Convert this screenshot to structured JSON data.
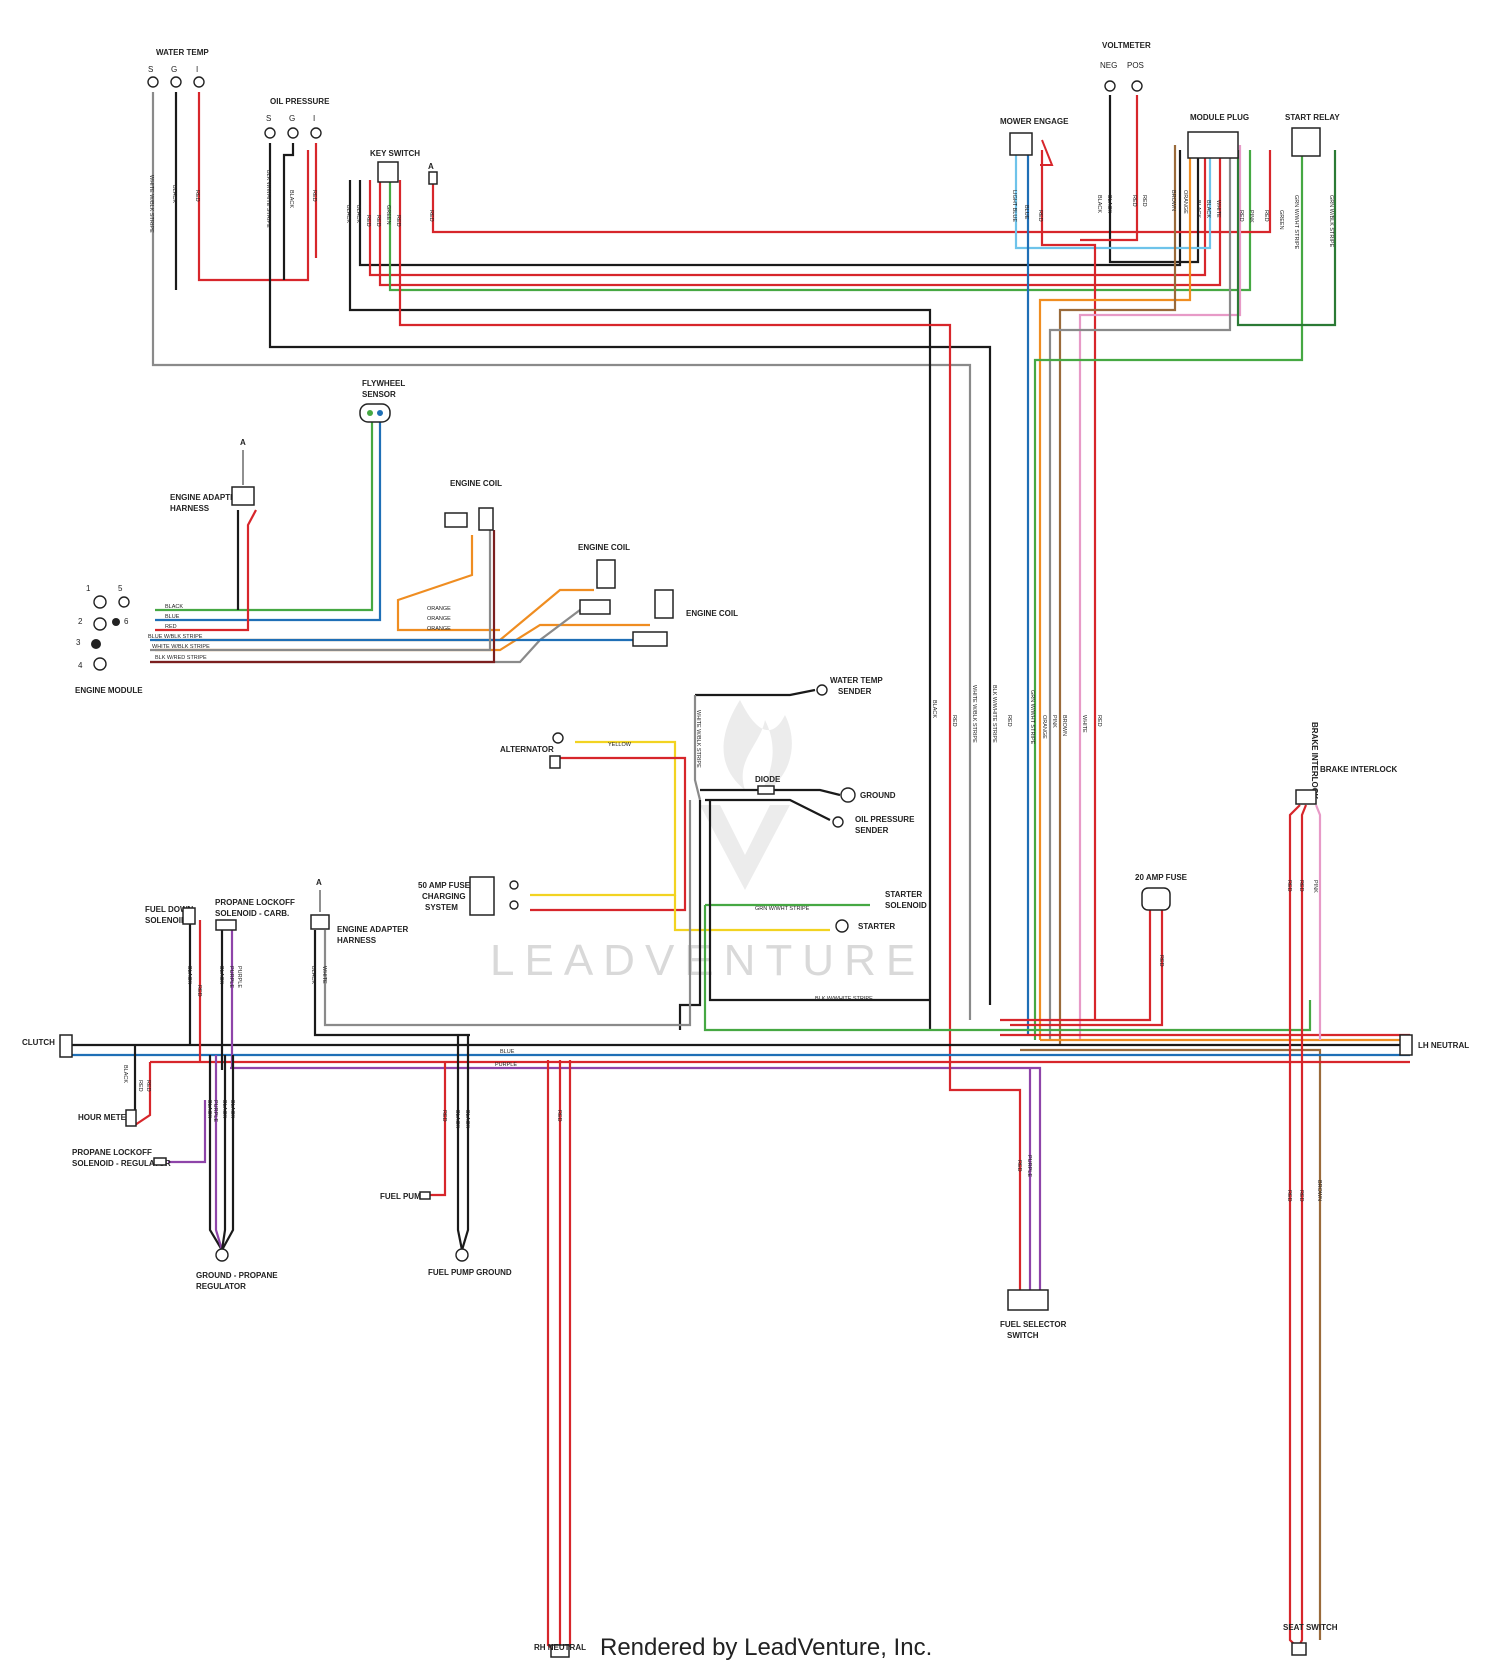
{
  "components": {
    "water_temp": "WATER TEMP",
    "oil_pressure": "OIL PRESSURE",
    "key_switch": "KEY SWITCH",
    "mower_engage": "MOWER ENGAGE",
    "voltmeter": "VOLTMETER",
    "module_plug": "MODULE PLUG",
    "start_relay": "START RELAY",
    "flywheel_sensor_1": "FLYWHEEL",
    "flywheel_sensor_2": "SENSOR",
    "engine_adapter_harness_1": "ENGINE ADAPTER",
    "engine_adapter_harness_2": "HARNESS",
    "engine_coil_a": "ENGINE COIL",
    "engine_coil_b": "ENGINE COIL",
    "engine_coil_c": "ENGINE COIL",
    "engine_module": "ENGINE MODULE",
    "water_temp_sender_1": "WATER TEMP",
    "water_temp_sender_2": "SENDER",
    "alternator": "ALTERNATOR",
    "diode": "DIODE",
    "ground": "GROUND",
    "oil_pressure_sender_1": "OIL PRESSURE",
    "oil_pressure_sender_2": "SENDER",
    "charging_system_1": "50 AMP FUSE",
    "charging_system_2": "CHARGING",
    "charging_system_3": "SYSTEM",
    "starter_solenoid_1": "STARTER",
    "starter_solenoid_2": "SOLENOID",
    "starter": "STARTER",
    "fuel_down_solenoid_1": "FUEL DOWN",
    "fuel_down_solenoid_2": "SOLENOID",
    "propane_lockoff_carb_1": "PROPANE LOCKOFF",
    "propane_lockoff_carb_2": "SOLENOID - CARB.",
    "engine_adapter_harness_b_1": "ENGINE ADAPTER",
    "engine_adapter_harness_b_2": "HARNESS",
    "clutch": "CLUTCH",
    "hour_meter": "HOUR METER",
    "propane_lockoff_reg_1": "PROPANE LOCKOFF",
    "propane_lockoff_reg_2": "SOLENOID - REGULATOR",
    "ground_propane_1": "GROUND - PROPANE",
    "ground_propane_2": "REGULATOR",
    "fuel_pump": "FUEL PUMP",
    "fuel_pump_ground": "FUEL PUMP GROUND",
    "fuse_20a": "20 AMP FUSE",
    "brake_interlock": "BRAKE INTERLOCK",
    "brake_vertical": "BRAKE INTERLOCK",
    "lh_neutral": "LH NEUTRAL",
    "fuel_selector_1": "FUEL SELECTOR",
    "fuel_selector_2": "SWITCH",
    "seat_switch": "SEAT SWITCH",
    "rh_neutral": "RH NEUTRAL"
  },
  "connector_marks": {
    "water_temp_pins": [
      "S",
      "G",
      "I"
    ],
    "oil_pressure_pins": [
      "S",
      "G",
      "I"
    ],
    "voltmeter_pins": [
      "NEG",
      "POS"
    ],
    "module_pins": [
      "1",
      "5",
      "2",
      "6",
      "3",
      "4"
    ],
    "harness_ref_a": "A"
  },
  "wire_labels": {
    "white_w_blk_stripe": "WHITE W/BLK STRIPE",
    "black": "BLACK",
    "red": "RED",
    "blk_w_white_stripe": "BLK W/WHITE STRIPE",
    "green": "GREEN",
    "blue": "BLUE",
    "light_blue": "LIGHT BLUE",
    "orange": "ORANGE",
    "brown": "BROWN",
    "white": "WHITE",
    "pink": "PINK",
    "grn_w_wht_stripe": "GRN W/WHT STRIPE",
    "grn_w_blk_stripe": "GRN W/BLK STRIPE",
    "yellow": "YELLOW",
    "purple": "PURPLE",
    "blue_w_blk_stripe": "BLUE W/BLK STRIPE",
    "white_w_blk_stripe_2": "WHITE W/BLK STRIPE",
    "blk_w_red_stripe": "BLK W/RED STRIPE",
    "grn_w_wht_stripe_mid": "GRN W/WHT STRIPE",
    "blk_w_white_stripe_bottom": "BLK W/WHITE STRIPE"
  },
  "watermark": "LEADVENTURE",
  "footer": "Rendered by LeadVenture, Inc.",
  "wire_colors": {
    "red": "#d7262b",
    "black": "#1a1a1a",
    "gray": "#8a8a8a",
    "blue": "#1f6fb6",
    "light_blue": "#6ec3ea",
    "green": "#46a843",
    "dark_green": "#2b7a35",
    "orange": "#ef8d21",
    "brown": "#9a6a3a",
    "pink": "#e79ac7",
    "yellow": "#f2d321",
    "purple": "#8e44a9",
    "maroon": "#7b1f1f"
  }
}
